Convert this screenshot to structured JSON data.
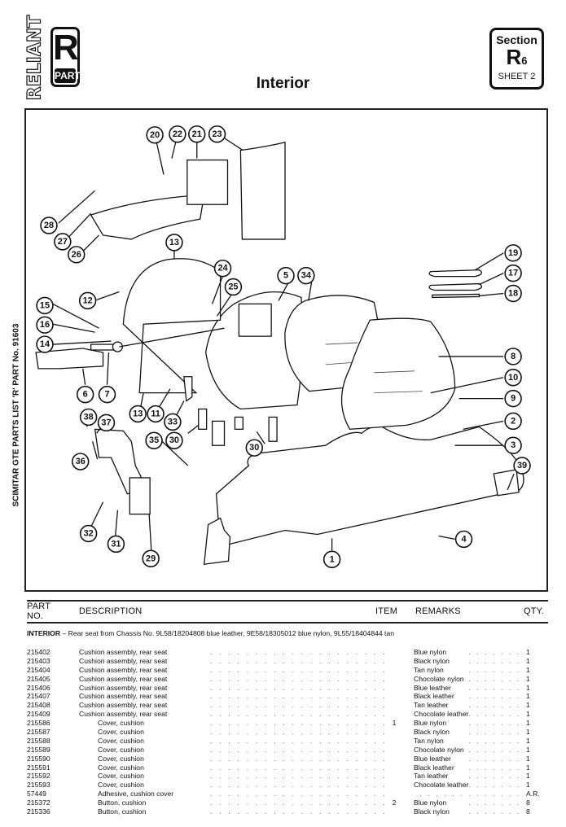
{
  "header": {
    "brand_vertical": "RELIANT",
    "logo_letter": "R",
    "logo_sub": "PART",
    "title": "Interior",
    "section_label": "Section",
    "section_code": "R",
    "section_number": "6",
    "sheet": "SHEET 2"
  },
  "side_caption": "SCIMITAR GTE PARTS LIST 'R' PART No. 91603",
  "diagram": {
    "callouts": [
      "1",
      "2",
      "3",
      "4",
      "5",
      "6",
      "7",
      "8",
      "9",
      "10",
      "11",
      "12",
      "13",
      "14",
      "15",
      "16",
      "17",
      "18",
      "19",
      "20",
      "21",
      "22",
      "23",
      "24",
      "25",
      "26",
      "27",
      "28",
      "29",
      "30",
      "31",
      "32",
      "33",
      "34",
      "35",
      "36",
      "37",
      "38",
      "39"
    ]
  },
  "table": {
    "headers": {
      "part_no": "PART NO.",
      "part_no_line1": "PART",
      "part_no_line2": "NO.",
      "description": "DESCRIPTION",
      "item": "ITEM",
      "remarks": "REMARKS",
      "qty": "QTY."
    },
    "section_heading_bold": "INTERIOR",
    "section_heading_text": " – Rear seat from Chassis No. 9L58/18204808 blue leather, 9E58/18305012 blue nylon, 9L55/18404844 tan",
    "rows": [
      {
        "part_no": "215402",
        "description": "Cushion assembly, rear seat",
        "indent": false,
        "item": "",
        "remarks": "Blue nylon",
        "qty": "1"
      },
      {
        "part_no": "215403",
        "description": "Cushion assembly, rear seat",
        "indent": false,
        "item": "",
        "remarks": "Black nylon",
        "qty": "1"
      },
      {
        "part_no": "215404",
        "description": "Cushion assembly, rear seat",
        "indent": false,
        "item": "",
        "remarks": "Tan nylon",
        "qty": "1"
      },
      {
        "part_no": "215405",
        "description": "Cushion assembly, rear seat",
        "indent": false,
        "item": "",
        "remarks": "Chocolate nylon",
        "qty": "1"
      },
      {
        "part_no": "215406",
        "description": "Cushion assembly, rear seat",
        "indent": false,
        "item": "",
        "remarks": "Blue leather",
        "qty": "1"
      },
      {
        "part_no": "215407",
        "description": "Cushion assembly, rear seat",
        "indent": false,
        "item": "",
        "remarks": "Black leather",
        "qty": "1"
      },
      {
        "part_no": "215408",
        "description": "Cushion assembly, rear seat",
        "indent": false,
        "item": "",
        "remarks": "Tan leather",
        "qty": "1"
      },
      {
        "part_no": "215409",
        "description": "Cushion assembly, rear seat",
        "indent": false,
        "item": "",
        "remarks": "Chocolate leather",
        "qty": "1"
      },
      {
        "part_no": "215586",
        "description": "Cover, cushion",
        "indent": true,
        "item": "1",
        "remarks": "Blue nylon",
        "qty": "1"
      },
      {
        "part_no": "215587",
        "description": "Cover, cushion",
        "indent": true,
        "item": "",
        "remarks": "Black nylon",
        "qty": "1"
      },
      {
        "part_no": "215588",
        "description": "Cover, cushion",
        "indent": true,
        "item": "",
        "remarks": "Tan nylon",
        "qty": "1"
      },
      {
        "part_no": "215589",
        "description": "Cover, cushion",
        "indent": true,
        "item": "",
        "remarks": "Chocolate nylon",
        "qty": "1"
      },
      {
        "part_no": "215590",
        "description": "Cover, cushion",
        "indent": true,
        "item": "",
        "remarks": "Blue leather",
        "qty": "1"
      },
      {
        "part_no": "215591",
        "description": "Cover, cushion",
        "indent": true,
        "item": "",
        "remarks": "Black leather",
        "qty": "1"
      },
      {
        "part_no": "215592",
        "description": "Cover, cushion",
        "indent": true,
        "item": "",
        "remarks": "Tan leather",
        "qty": "1"
      },
      {
        "part_no": "215593",
        "description": "Cover, cushion",
        "indent": true,
        "item": "",
        "remarks": "Chocolate leather",
        "qty": "1"
      },
      {
        "part_no": "57449",
        "description": "Adhesive, cushion cover",
        "indent": true,
        "item": "",
        "remarks": "",
        "qty": "A.R."
      },
      {
        "part_no": "215372",
        "description": "Button, cushion",
        "indent": true,
        "item": "2",
        "remarks": "Blue nylon",
        "qty": "8"
      },
      {
        "part_no": "215336",
        "description": "Button, cushion",
        "indent": true,
        "item": "",
        "remarks": "Black nylon",
        "qty": "8"
      }
    ]
  }
}
